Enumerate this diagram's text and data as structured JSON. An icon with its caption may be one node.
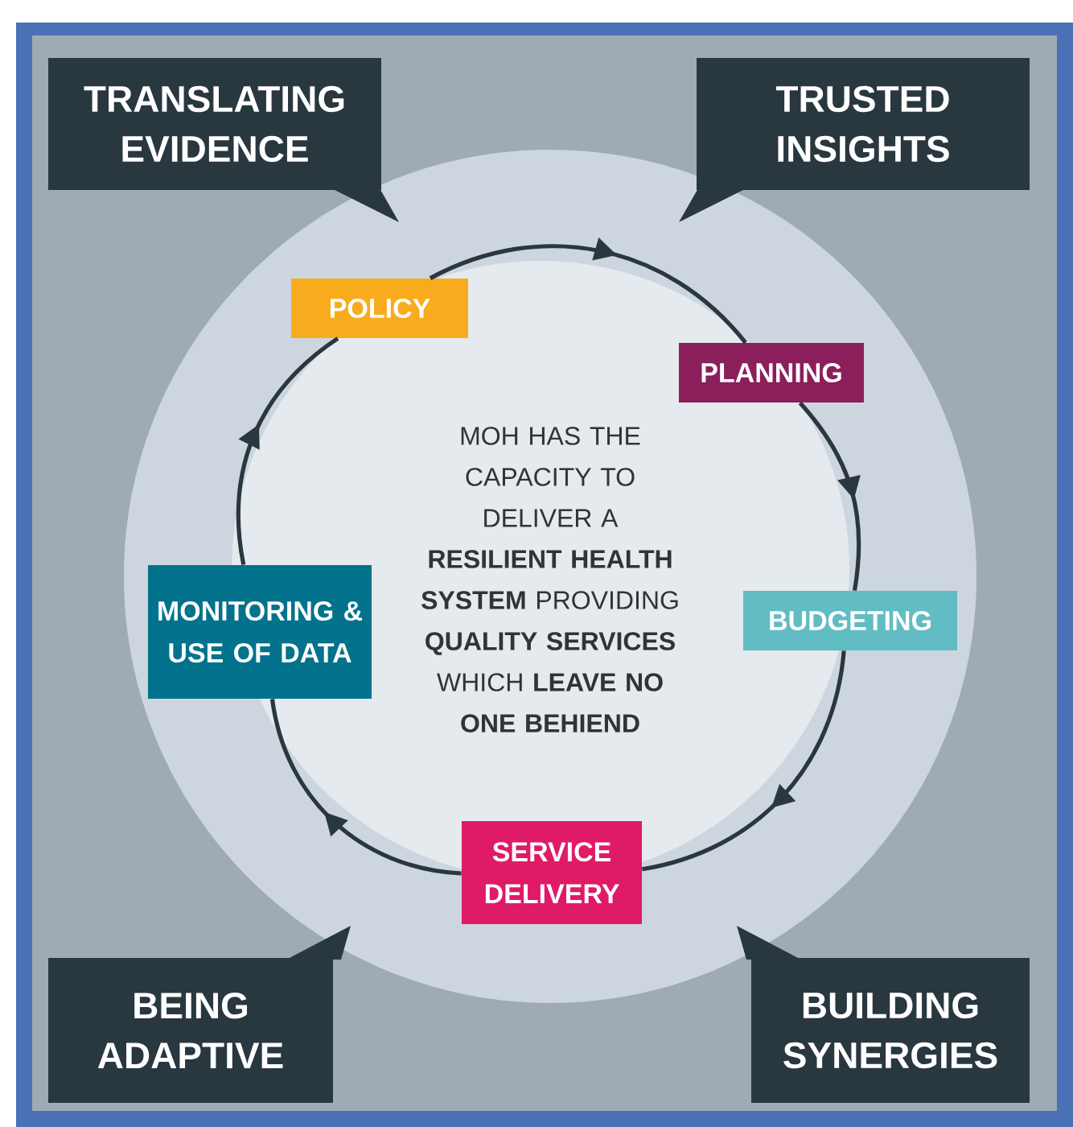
{
  "diagram": {
    "nodes": [
      {
        "text": [
          "TRANSLATING EVIDENCE"
        ]
      },
      {
        "text": [
          "TRUSTED INSIGHTS"
        ]
      },
      {
        "text": [
          "POLICY"
        ]
      },
      {
        "text": [
          "PLANNING"
        ]
      },
      {
        "text": [
          "MOH HAS THE CAPACITY TO DELIVER A **RESILIENT HEALTH SYSTEM** PROVIDING **QUALITY SERVICES** WHICH **LEAVE NO ONE BEHIEND**"
        ]
      },
      {
        "text": [
          "MONITORING & USE OF DATA"
        ]
      },
      {
        "text": [
          "BUDGETING"
        ]
      },
      {
        "text": [
          "SERVICE DELIVERY"
        ]
      },
      {
        "text": [
          "BEING ADAPTIVE"
        ]
      },
      {
        "text": [
          "BUILDING SYNERGIES"
        ]
      }
    ],
    "edges": [
      {
        "from": 2,
        "to": 3,
        "arrow": "to"
      },
      {
        "from": 3,
        "to": 6,
        "arrow": "to"
      },
      {
        "from": 6,
        "to": 7,
        "arrow": "to"
      },
      {
        "from": 7,
        "to": 5,
        "arrow": "to"
      },
      {
        "from": 5,
        "to": 2,
        "arrow": "to"
      }
    ]
  }
}
